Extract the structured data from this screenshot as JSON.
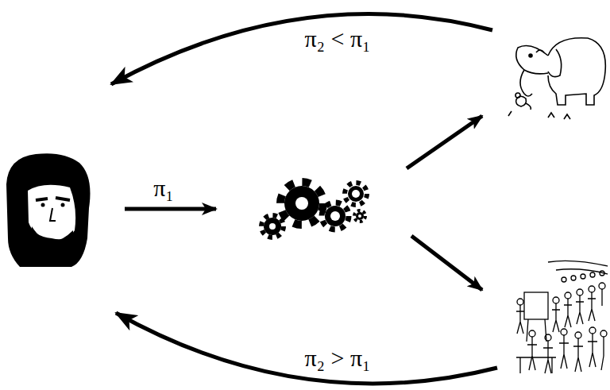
{
  "diagram": {
    "labels": [
      "π₁",
      "π₂ < π₁",
      "π₂ > π₁"
    ]
  }
}
